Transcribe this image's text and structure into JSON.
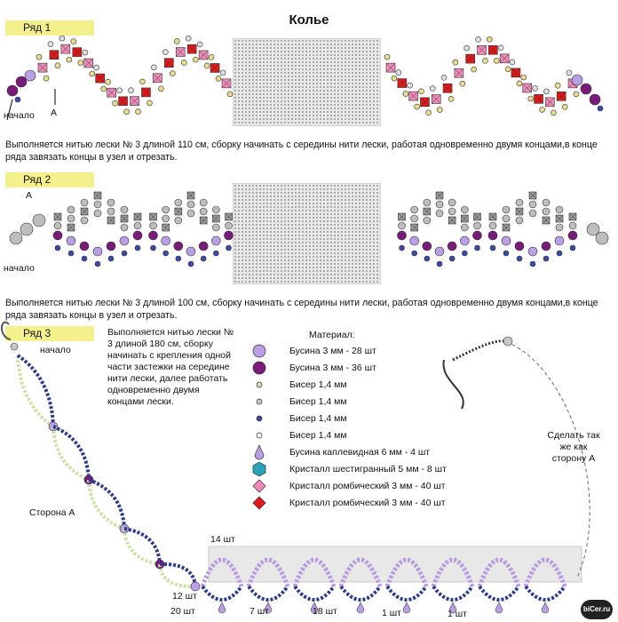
{
  "title": "Колье",
  "watermark": "biCer.ru",
  "rows": [
    {
      "label": "Ряд 1",
      "start_label": "начало",
      "point_label": "A",
      "description": "Выполняется нитью лески № 3 длиной 110 см, сборку начинать с середины нити лески, работая одновременно двумя концами,в конце ряда завязать концы в узел и отрезать."
    },
    {
      "label": "Ряд 2",
      "start_label": "начало",
      "point_label": "A",
      "description": "Выполняется нитью лески № 3 длиной 100 см, сборку начинать с середины нити лески, работая одновременно двумя концами,в конце ряда завязать концы в узел и отрезать."
    },
    {
      "label": "Ряд 3",
      "start_label": "начало",
      "description": "Выполняется нитью лески № 3 длиной 180 см, сборку начинать с крепления одной части застежки на середине нити лески, далее работать одновременно двумя концами лески.",
      "side_label": "Сторона А",
      "other_side_note": "Сделать так же как сторону А",
      "counts": [
        "14 шт",
        "12 шт",
        "20 шт",
        "7 шт",
        "18 шт",
        "1 шт",
        "1 шт"
      ]
    }
  ],
  "material": {
    "heading": "Материал:",
    "items": [
      {
        "icon": "bead-lilac-icon",
        "label": "Бусина 3 мм - 28 шт",
        "color": "#b9a0e6"
      },
      {
        "icon": "bead-purple-icon",
        "label": "Бусина 3 мм - 36 шт",
        "color": "#7a1a7a"
      },
      {
        "icon": "seed-bead-light-icon",
        "label": "Бисер 1,4 мм",
        "color": "#cfe2a6"
      },
      {
        "icon": "seed-bead-gray-icon",
        "label": "Бисер 1,4 мм",
        "color": "#c8c8c8"
      },
      {
        "icon": "seed-bead-blue-icon",
        "label": "Бисер 1,4 мм",
        "color": "#3a4aa8"
      },
      {
        "icon": "seed-bead-white-icon",
        "label": "Бисер 1,4 мм",
        "color": "#f4f4f4"
      },
      {
        "icon": "drop-bead-icon",
        "label": "Бусина каплевидная 6 мм - 4 шт",
        "color": "#b9a0e6"
      },
      {
        "icon": "hex-crystal-icon",
        "label": "Кристалл шестигранный 5 мм - 8 шт",
        "color": "#2aa3b8"
      },
      {
        "icon": "rhombic-crystal-pink-icon",
        "label": "Кристалл ромбический 3 мм - 40 шт",
        "color": "#f08ab8"
      },
      {
        "icon": "rhombic-crystal-red-icon",
        "label": "Кристалл ромбический 3 мм - 40 шт",
        "color": "#e01818"
      }
    ]
  },
  "copyright": "biCer.ru"
}
